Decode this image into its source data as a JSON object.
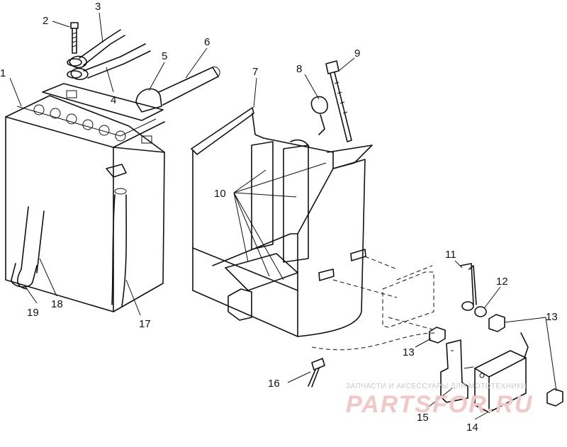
{
  "callouts": [
    {
      "id": "1",
      "label": "1"
    },
    {
      "id": "2",
      "label": "2"
    },
    {
      "id": "3",
      "label": "3"
    },
    {
      "id": "4",
      "label": "4"
    },
    {
      "id": "5",
      "label": "5"
    },
    {
      "id": "6",
      "label": "6"
    },
    {
      "id": "7",
      "label": "7"
    },
    {
      "id": "8",
      "label": "8"
    },
    {
      "id": "9",
      "label": "9"
    },
    {
      "id": "10",
      "label": "10"
    },
    {
      "id": "11",
      "label": "11"
    },
    {
      "id": "12",
      "label": "12"
    },
    {
      "id": "13a",
      "label": "13"
    },
    {
      "id": "13b",
      "label": "13"
    },
    {
      "id": "14",
      "label": "14"
    },
    {
      "id": "15",
      "label": "15"
    },
    {
      "id": "16",
      "label": "16"
    },
    {
      "id": "17",
      "label": "17"
    },
    {
      "id": "18",
      "label": "18"
    },
    {
      "id": "19",
      "label": "19"
    }
  ],
  "watermark": {
    "tagline": "ЗАПЧАСТИ И АКСЕССУАРЫ ДЛЯ МОТОТЕХНИКИ",
    "brand": "PARTSFOR.RU"
  }
}
